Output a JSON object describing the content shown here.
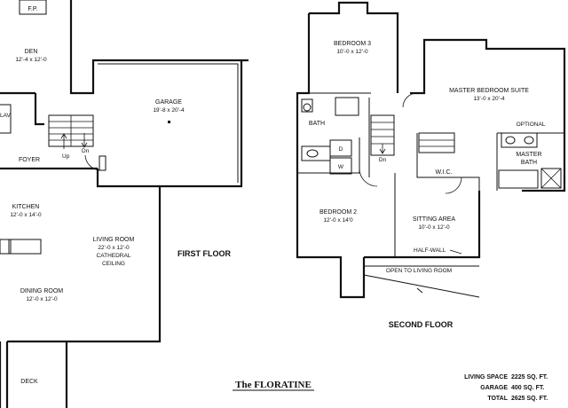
{
  "first_floor": {
    "floor_label": "FIRST FLOOR",
    "fireplace": "F.P.",
    "den": {
      "name": "DEN",
      "size": "12'-4 x 12'-0"
    },
    "lav": "LAV.",
    "garage": {
      "name": "GARAGE",
      "size": "19'-8 x 20'-4"
    },
    "foyer": "FOYER",
    "stair_up": "Up",
    "stair_down": "Dn",
    "kitchen": {
      "name": "KITCHEN",
      "size": "12'-0 x 14'-0"
    },
    "living_room": {
      "name": "LIVING ROOM",
      "size": "22'-0 x 12'-0",
      "note1": "CATHEDRAL",
      "note2": "CEILING"
    },
    "dining_room": {
      "name": "DINING ROOM",
      "size": "12'-0 x 12'-0"
    },
    "deck": "DECK"
  },
  "second_floor": {
    "floor_label": "SECOND FLOOR",
    "bedroom3": {
      "name": "BEDROOM 3",
      "size": "10'-0 x 12'-0"
    },
    "bath": "BATH",
    "washer": "W",
    "dryer": "D",
    "stair_down": "Dn",
    "bedroom2": {
      "name": "BEDROOM 2",
      "size": "12'-0 x 14'0"
    },
    "master_suite": {
      "name": "MASTER BEDROOM SUITE",
      "size": "13'-0 x 20'-4"
    },
    "optional": "OPTIONAL",
    "master_bath": {
      "line1": "MASTER",
      "line2": "BATH"
    },
    "wic": "W.I.C.",
    "sitting_area": {
      "name": "SITTING AREA",
      "size": "10'-0 x 12'-0"
    },
    "half_wall": "HALF-WALL",
    "open_to_living": "OPEN TO LIVING ROOM"
  },
  "plan_title": "The FLORATINE",
  "stats": [
    {
      "label": "LIVING SPACE",
      "value": "2225 SQ. FT."
    },
    {
      "label": "GARAGE",
      "value": "400 SQ. FT."
    },
    {
      "label": "TOTAL",
      "value": "2625 SQ. FT."
    }
  ]
}
